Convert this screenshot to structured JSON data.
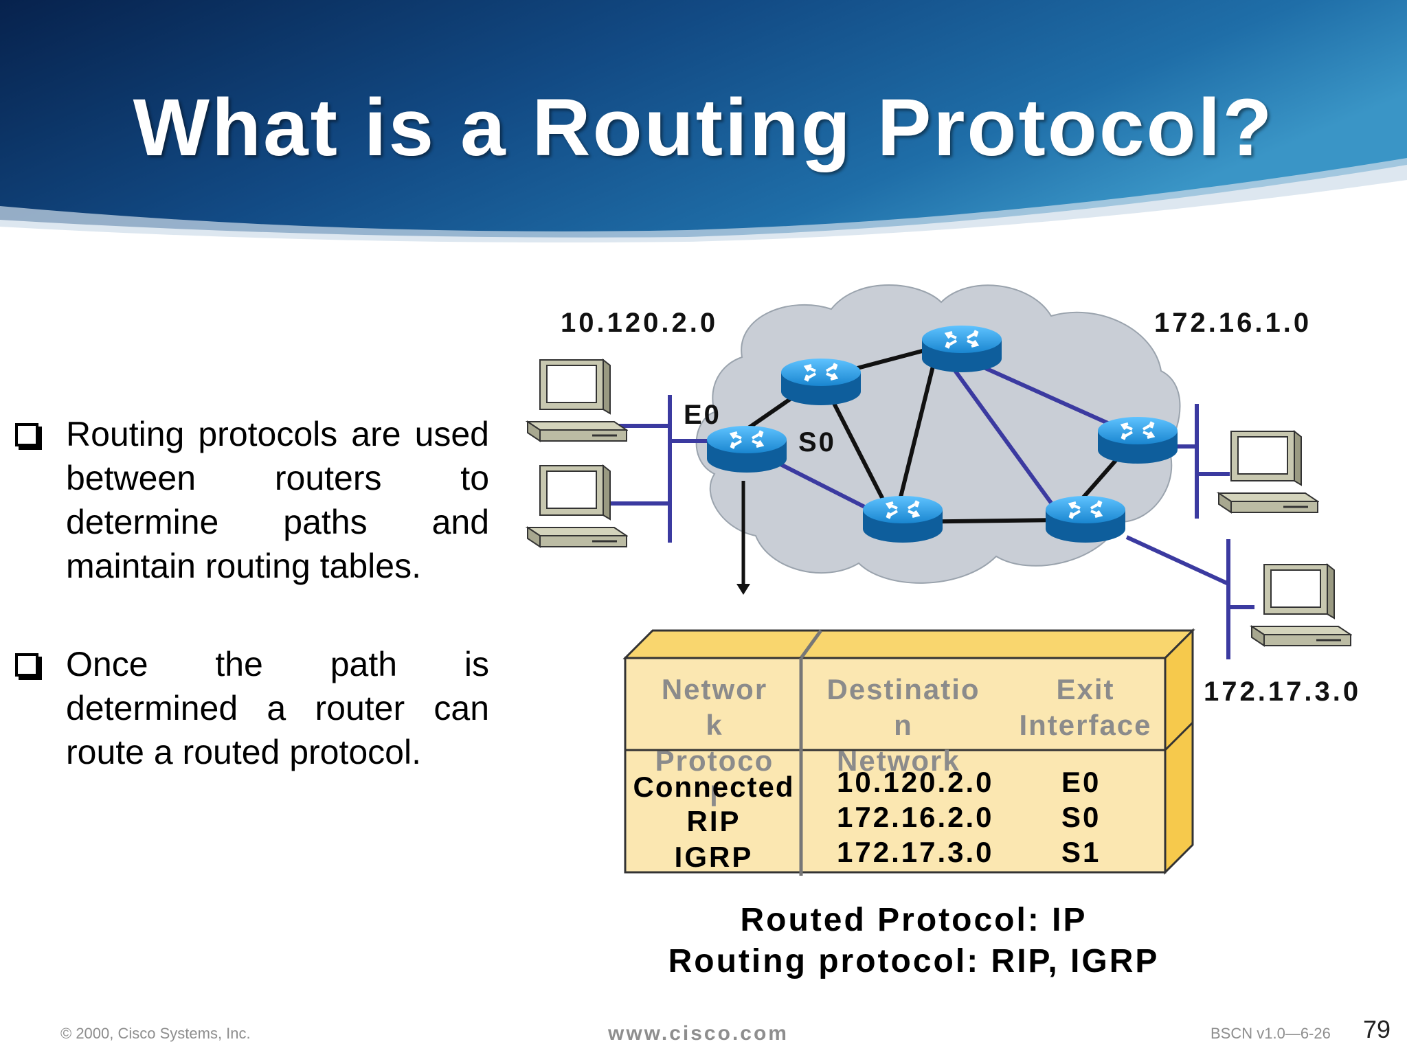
{
  "slide": {
    "title": "What is a Routing Protocol?",
    "bullets": [
      "Routing protocols are used between routers to determine paths and maintain routing tables.",
      "Once the path is determined a router can route a routed protocol."
    ]
  },
  "diagram": {
    "networks": {
      "left": "10.120.2.0",
      "top_right": "172.16.1.0",
      "bottom_right": "172.17.3.0"
    },
    "interfaces": {
      "e0": "E0",
      "s0": "S0"
    }
  },
  "routing_table": {
    "headers": {
      "protocol": [
        "Networ",
        "k",
        "Protoco",
        "l"
      ],
      "destination": [
        "Destinatio",
        "n",
        "Network"
      ],
      "exit": [
        "Exit",
        "Interface"
      ]
    },
    "rows": [
      {
        "protocol": "Connected",
        "destination": "10.120.2.0",
        "exit": "E0"
      },
      {
        "protocol": "RIP",
        "destination": "172.16.2.0",
        "exit": "S0"
      },
      {
        "protocol": "IGRP",
        "destination": "172.17.3.0",
        "exit": "S1"
      }
    ]
  },
  "captions": {
    "routed": "Routed Protocol: IP",
    "routing": "Routing protocol: RIP, IGRP"
  },
  "footer": {
    "copyright": "© 2000, Cisco Systems, Inc.",
    "url": "www.cisco.com",
    "course": "BSCN v1.0—6-26",
    "page": "79"
  },
  "colors": {
    "banner_dark": "#0b2d5e",
    "banner_light": "#2a7fb0",
    "cloud": "#c9ced6",
    "link_purple": "#3b3aa0",
    "router_blue": "#1c8fd6",
    "table_fill": "#fbe7b1",
    "table_top": "#f9d66e"
  },
  "icons": [
    "router-icon",
    "workstation-icon",
    "cloud-shape"
  ]
}
